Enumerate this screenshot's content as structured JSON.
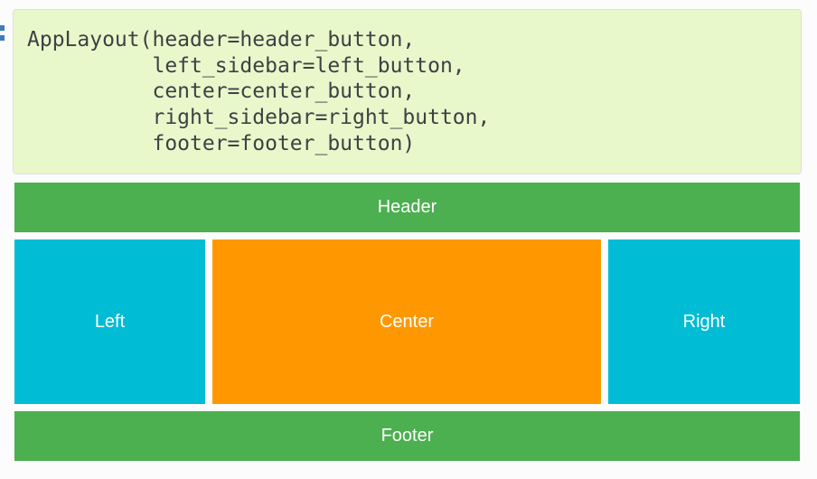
{
  "page": {
    "background": "#fcfcfc"
  },
  "icons": {
    "cell_prompt_color": "#3e7cbe"
  },
  "code_cell": {
    "source": "AppLayout(header=header_button,\n          left_sidebar=left_button,\n          center=center_button,\n          right_sidebar=right_button,\n          footer=footer_button)",
    "background": "#e9f8cb",
    "border_color": "#dcdee0",
    "text_color": "#3d4144"
  },
  "app_layout": {
    "text_color": "#ffffff",
    "header": {
      "label": "Header",
      "color": "#4caf50"
    },
    "left_sidebar": {
      "label": "Left",
      "color": "#00bcd4"
    },
    "center": {
      "label": "Center",
      "color": "#ff9800"
    },
    "right_sidebar": {
      "label": "Right",
      "color": "#00bcd4"
    },
    "footer": {
      "label": "Footer",
      "color": "#4caf50"
    }
  }
}
